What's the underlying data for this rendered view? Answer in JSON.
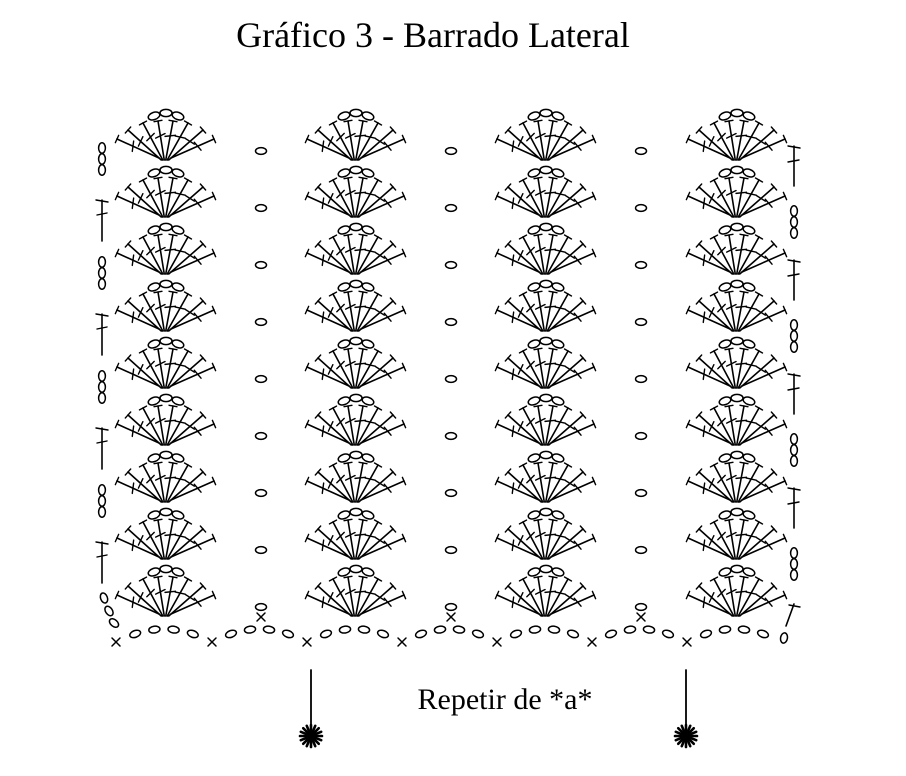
{
  "title": "Gráfico 3 - Barrado Lateral",
  "repeat_label": "Repetir de *a*",
  "legend_colors": {
    "ink": "#000000",
    "background": "#ffffff"
  },
  "pattern": {
    "rows": 9,
    "fan_columns": 4,
    "repeat_markers": 2
  }
}
